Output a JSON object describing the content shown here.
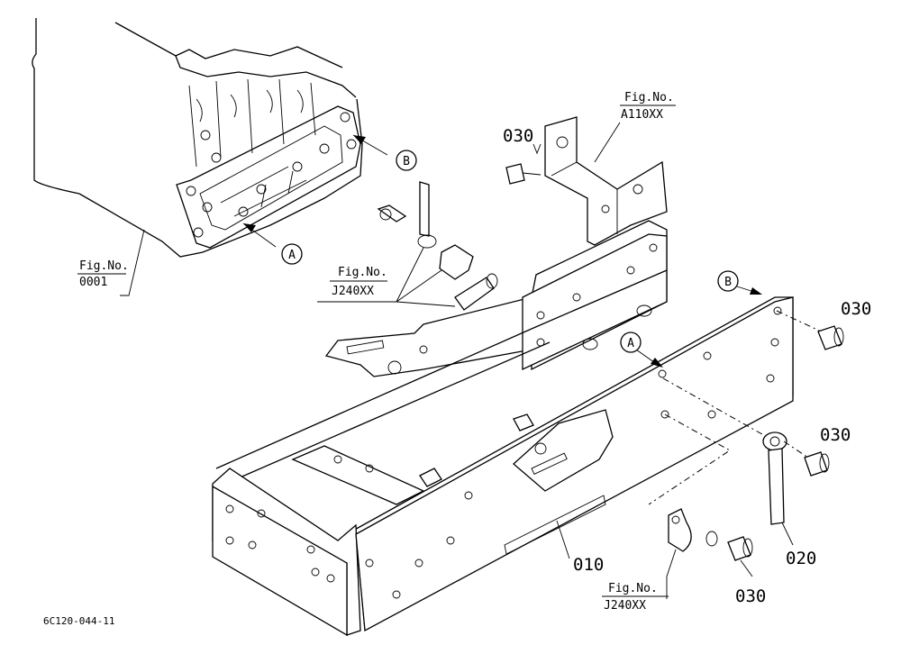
{
  "parts": {
    "frame": "010",
    "strap": "020",
    "bolt_top": "030",
    "bolt_right_top": "030",
    "bolt_right_mid": "030",
    "bolt_bottom": "030"
  },
  "fig_refs": {
    "engine": {
      "line1": "Fig.No.",
      "line2": "0001"
    },
    "bracket_top": {
      "line1": "Fig.No.",
      "line2": "A110XX"
    },
    "clamp_mid": {
      "line1": "Fig.No.",
      "line2": "J240XX"
    },
    "clamp_bottom": {
      "line1": "Fig.No.",
      "line2": "J240XX"
    }
  },
  "callouts": {
    "a_engine": "A",
    "b_engine": "B",
    "a_frame": "A",
    "b_frame": "B"
  },
  "drawing_code": "6C120-044-11"
}
